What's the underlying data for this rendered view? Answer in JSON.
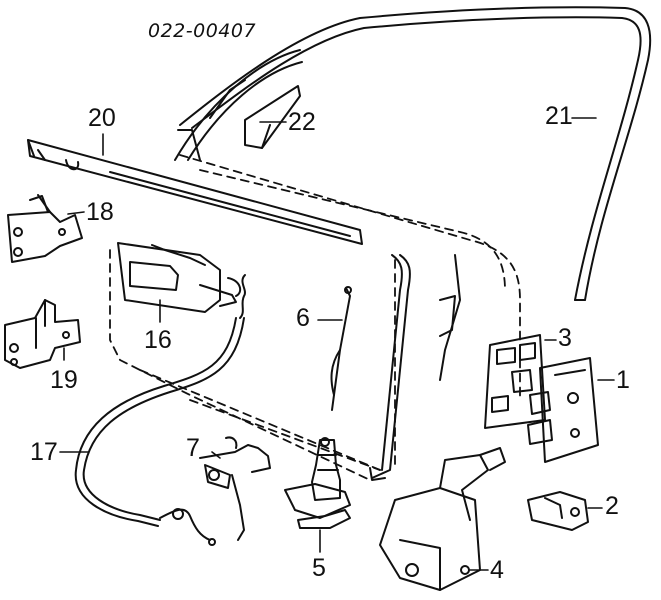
{
  "diagram": {
    "reference_number": "022-00407",
    "callouts": {
      "c1": "1",
      "c2": "2",
      "c3": "3",
      "c4": "4",
      "c5": "5",
      "c6": "6",
      "c7": "7",
      "c16": "16",
      "c17": "17",
      "c18": "18",
      "c19": "19",
      "c20": "20",
      "c21": "21",
      "c22": "22"
    }
  }
}
